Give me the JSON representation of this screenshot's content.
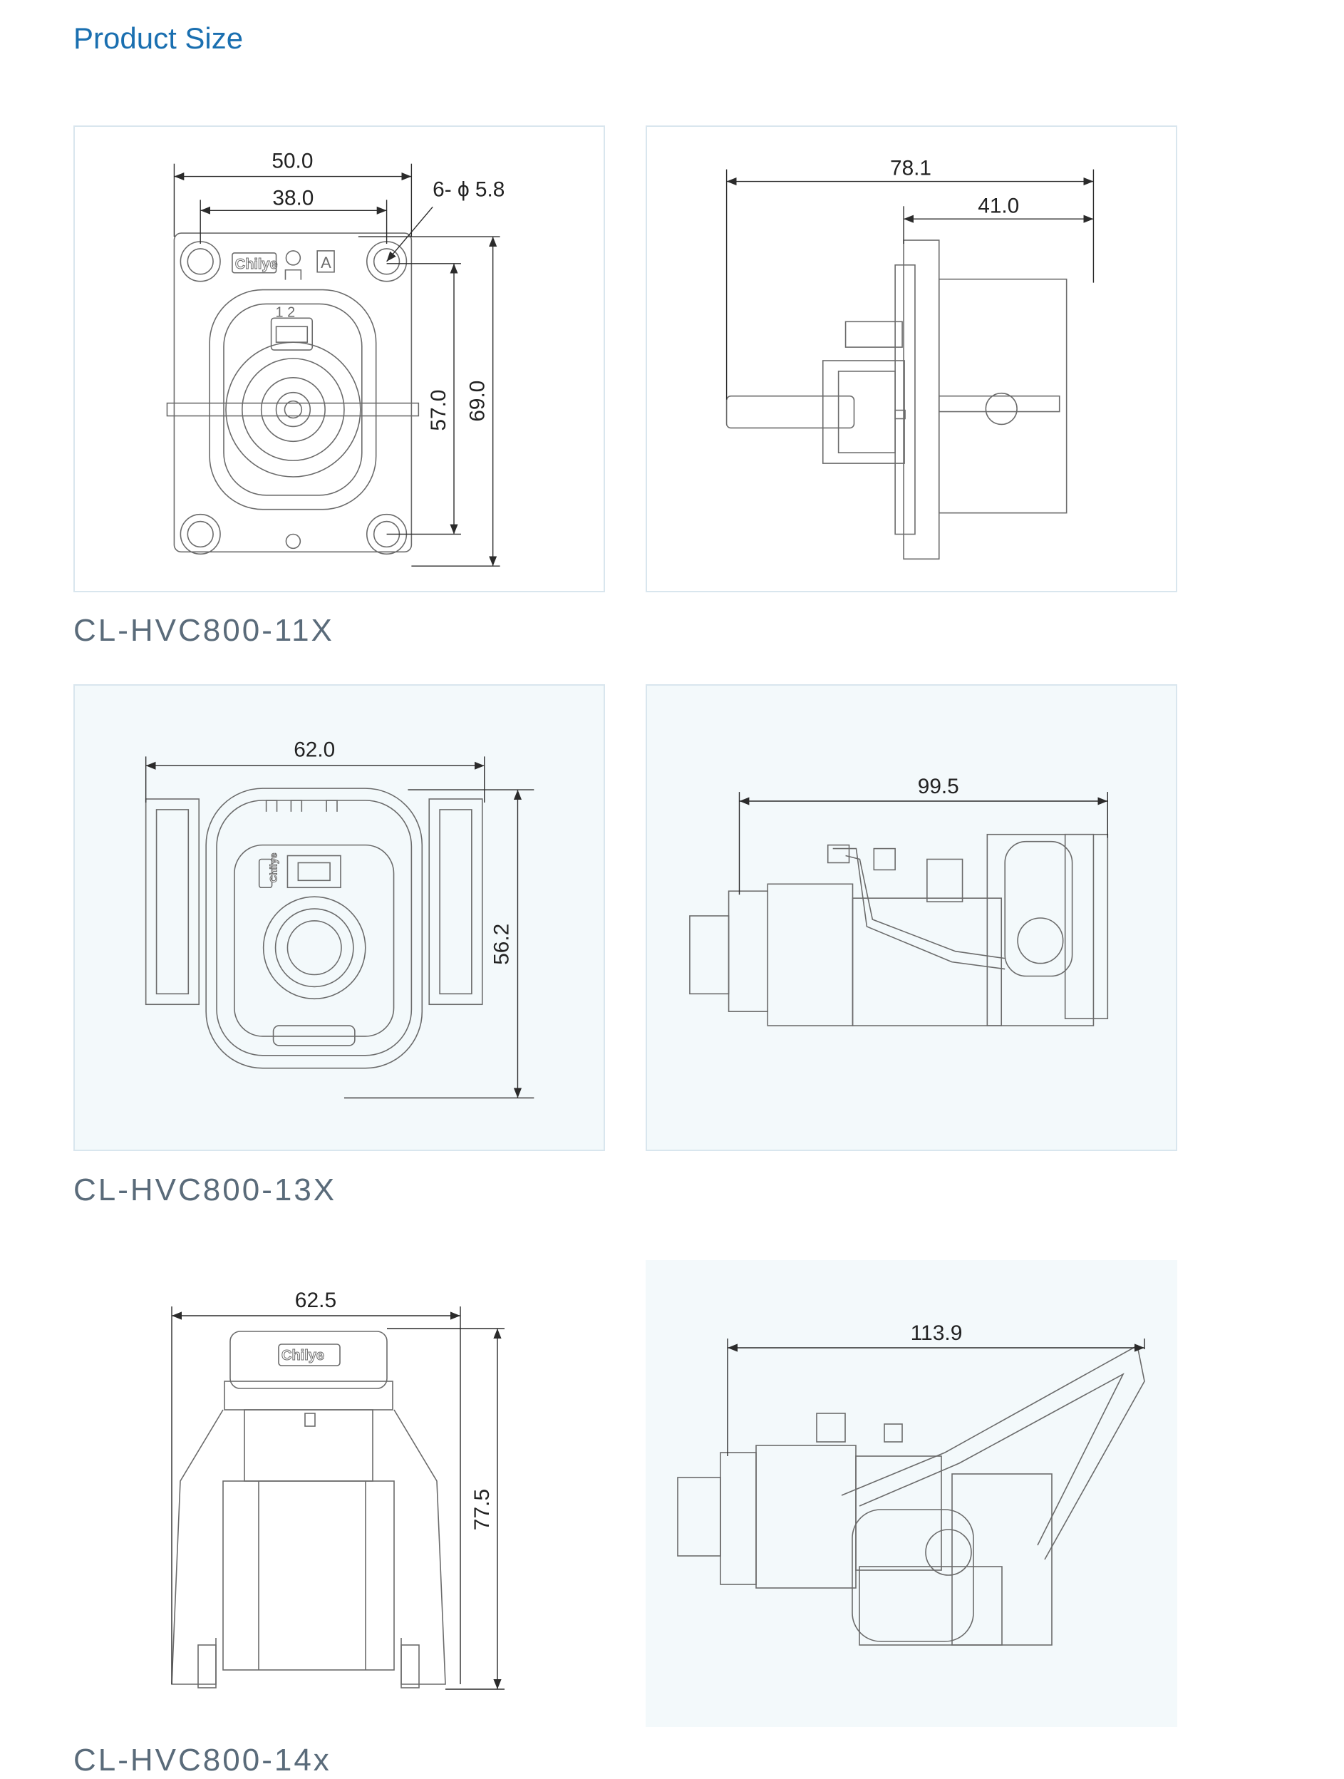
{
  "header": {
    "title": "Product Size"
  },
  "models": [
    {
      "name": "CL-HVC800-11X"
    },
    {
      "name": "CL-HVC800-13X"
    },
    {
      "name": "CL-HVC800-14x"
    }
  ],
  "drawings": {
    "m11_front": {
      "width": "50.0",
      "hole_pitch": "38.0",
      "hole_spec": "6- ϕ 5.8",
      "inner_height": "57.0",
      "outer_height": "69.0",
      "logo": "Chilye",
      "mark": "A",
      "pins": "1 2"
    },
    "m11_side": {
      "total_length": "78.1",
      "rear_length": "41.0"
    },
    "m13_front": {
      "width": "62.0",
      "height": "56.2",
      "logo": "Chilye"
    },
    "m13_side": {
      "total_length": "99.5"
    },
    "m14_front": {
      "width": "62.5",
      "height": "77.5",
      "logo": "Chilye"
    },
    "m14_side": {
      "total_length": "113.9"
    }
  }
}
